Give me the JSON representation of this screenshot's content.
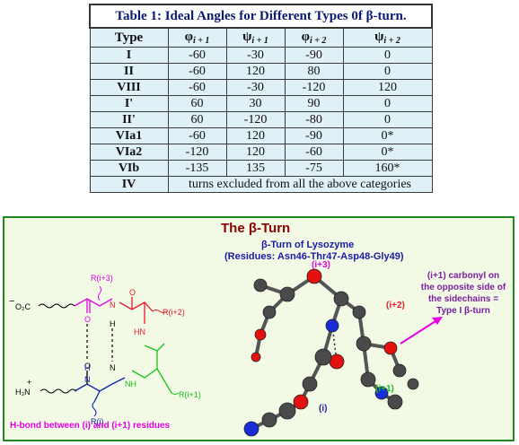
{
  "table": {
    "title": "Table 1: Ideal Angles for Different Types 0f β-turn.",
    "headers": {
      "type": "Type",
      "phi_i1": {
        "sym": "φ",
        "sub": "i + 1"
      },
      "psi_i1": {
        "sym": "ψ",
        "sub": "i + 1"
      },
      "phi_i2": {
        "sym": "φ",
        "sub": "i + 2"
      },
      "psi_i2": {
        "sym": "ψ",
        "sub": "i + 2"
      }
    },
    "rows": [
      {
        "type": "I",
        "phi_i1": "-60",
        "psi_i1": "-30",
        "phi_i2": "-90",
        "psi_i2": "0"
      },
      {
        "type": "II",
        "phi_i1": "-60",
        "psi_i1": "120",
        "phi_i2": "80",
        "psi_i2": "0"
      },
      {
        "type": "VIII",
        "phi_i1": "-60",
        "psi_i1": "-30",
        "phi_i2": "-120",
        "psi_i2": "120"
      },
      {
        "type": "I'",
        "phi_i1": "60",
        "psi_i1": "30",
        "phi_i2": "90",
        "psi_i2": "0"
      },
      {
        "type": "II'",
        "phi_i1": "60",
        "psi_i1": "-120",
        "phi_i2": "-80",
        "psi_i2": "0"
      },
      {
        "type": "VIa1",
        "phi_i1": "-60",
        "psi_i1": "120",
        "phi_i2": "-90",
        "psi_i2": "0*"
      },
      {
        "type": "VIa2",
        "phi_i1": "-120",
        "psi_i1": "120",
        "phi_i2": "-60",
        "psi_i2": "0*"
      },
      {
        "type": "VIb",
        "phi_i1": "-135",
        "psi_i1": "135",
        "phi_i2": "-75",
        "psi_i2": "160*"
      }
    ],
    "last_row": {
      "type": "IV",
      "note": "turns excluded from all the above categories"
    }
  },
  "figure": {
    "title": "The β-Turn",
    "subtitle_line1": "β-Turn of Lysozyme",
    "subtitle_line2": "(Residues: Asn46-Thr47-Asp48-Gly49)",
    "labels": {
      "r_i3": "R(i+3)",
      "r_i2": "R(i+2)",
      "r_i1": "R(i+1)",
      "r_i": "R(i)",
      "o2c": "O₂C",
      "h3n": "H₃N",
      "plus": "+",
      "minus": "−",
      "o1": "O",
      "o2": "O",
      "o3": "O",
      "n_top": "N",
      "n_mid": "N",
      "n_left": "N",
      "h_top": "H",
      "h_left": "H",
      "hn": "HN",
      "nh": "NH",
      "mol_i3": "(i+3)",
      "mol_i2": "(i+2)",
      "mol_i1": "(i+1)",
      "mol_i": "(i)"
    },
    "hbond_caption": "H-bond between (i) and (i+1) residues",
    "note_lines": [
      "(i+1) carbonyl on",
      "the opposite side of",
      "the sidechains =",
      "Type I β-turn"
    ],
    "colors": {
      "magenta": "#e600e6",
      "red": "#e8192c",
      "green": "#19c21c",
      "blue": "#1020b0",
      "darkred": "#8b0000",
      "purple": "#7a1fa0",
      "navy": "#1a1aa6"
    }
  }
}
